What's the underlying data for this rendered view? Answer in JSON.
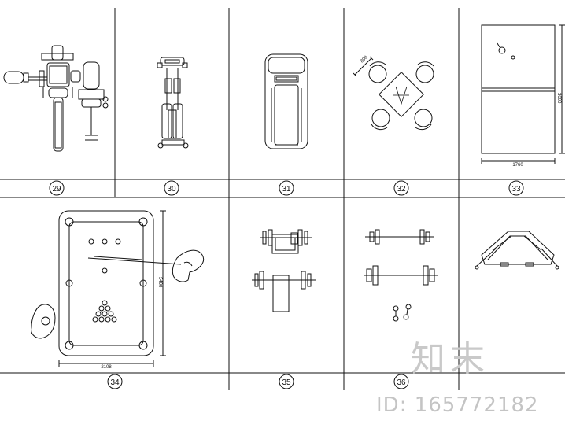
{
  "cells_top": [
    {
      "number": "29",
      "name": "multi-station-gym"
    },
    {
      "number": "30",
      "name": "leg-press-machine"
    },
    {
      "number": "31",
      "name": "treadmill"
    },
    {
      "number": "32",
      "name": "table-with-four-chairs",
      "dimension": "800"
    },
    {
      "number": "33",
      "name": "table-tennis-table",
      "dimension_width": "1760",
      "dimension_height": "3000"
    }
  ],
  "cells_bottom": [
    {
      "number": "34",
      "name": "billiard-table",
      "dimension_width": "2108",
      "dimension_height": "3400"
    },
    {
      "number": "35",
      "name": "bench-press-and-barbell"
    },
    {
      "number": "36",
      "name": "barbells-and-dumbbells"
    },
    {
      "number": "",
      "name": "massage-chair"
    }
  ],
  "watermark": {
    "logo": "知末",
    "id_text": "ID: 165772182"
  }
}
